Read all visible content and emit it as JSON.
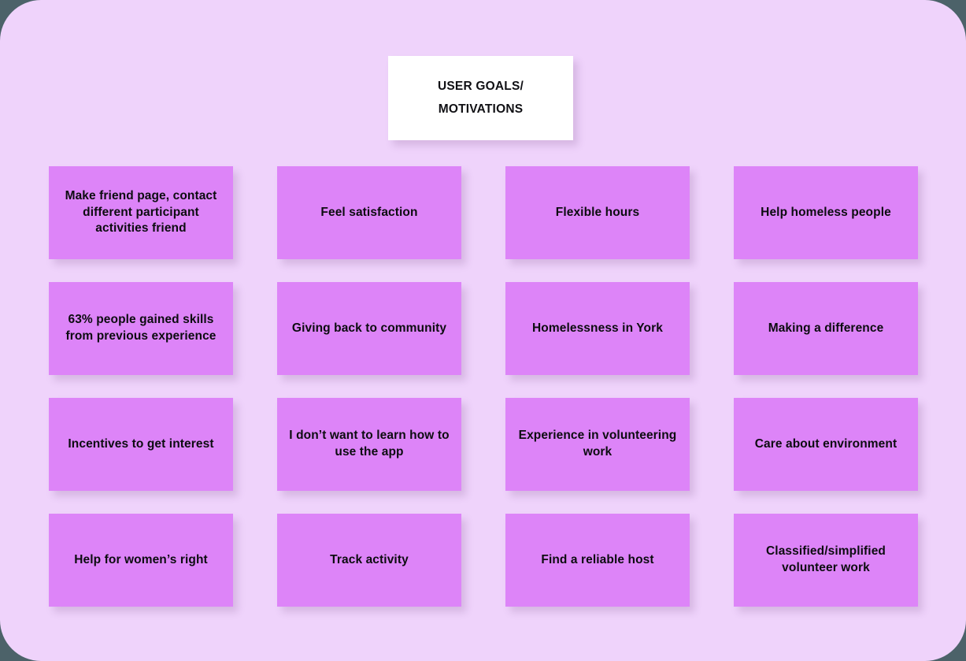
{
  "board": {
    "background_color": "#efd3fb",
    "page_background_color": "#4c6269",
    "note_color": "#dd84f8",
    "header_color": "#ffffff",
    "text_color": "#0c0c10"
  },
  "header": {
    "title": "USER GOALS/\nMOTIVATIONS"
  },
  "notes": [
    {
      "text": "Make friend page, contact different participant activities friend"
    },
    {
      "text": "Feel satisfaction"
    },
    {
      "text": "Flexible hours"
    },
    {
      "text": "Help homeless people"
    },
    {
      "text": "63% people gained skills from previous experience"
    },
    {
      "text": "Giving back to community"
    },
    {
      "text": "Homelessness in York"
    },
    {
      "text": "Making a difference"
    },
    {
      "text": "Incentives to get interest"
    },
    {
      "text": "I don’t want to learn how to use the app"
    },
    {
      "text": "Experience in volunteering work"
    },
    {
      "text": "Care about environment"
    },
    {
      "text": "Help for women’s right"
    },
    {
      "text": "Track activity"
    },
    {
      "text": "Find a reliable host"
    },
    {
      "text": "Classified/simplified volunteer work"
    }
  ]
}
